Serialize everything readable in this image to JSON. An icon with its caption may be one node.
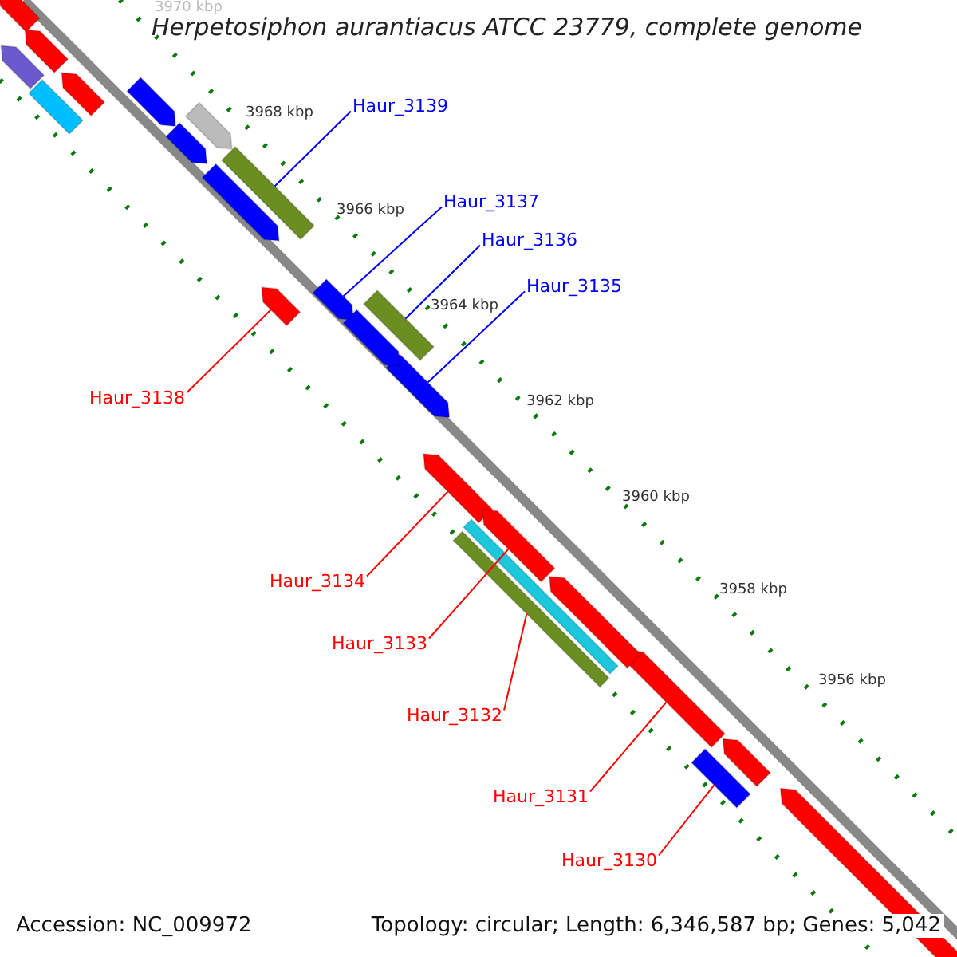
{
  "diagram": {
    "title": "Herpetosiphon aurantiacus ATCC 23779, complete genome",
    "nodes": [
      {
        "text": [
          "Haur_3139"
        ]
      },
      {
        "text": [
          "Haur_3137"
        ]
      },
      {
        "text": [
          "Haur_3136"
        ]
      },
      {
        "text": [
          "Haur_3135"
        ]
      },
      {
        "text": [
          "Haur_3138"
        ]
      },
      {
        "text": [
          "Haur_3134"
        ]
      },
      {
        "text": [
          "Haur_3133"
        ]
      },
      {
        "text": [
          "Haur_3132"
        ]
      },
      {
        "text": [
          "Haur_3131"
        ]
      },
      {
        "text": [
          "Haur_3130"
        ]
      },
      {
        "text": [],
        "shape": "bar"
      },
      {
        "text": [],
        "shape": "arrow"
      },
      {
        "text": [],
        "shape": "bar"
      },
      {
        "text": [],
        "shape": "arrow"
      },
      {
        "text": [],
        "shape": "arrow"
      },
      {
        "text": [],
        "shape": "arrow"
      },
      {
        "text": [],
        "shape": "arrow"
      },
      {
        "text": [],
        "shape": "bar"
      },
      {
        "text": [],
        "shape": "arrow"
      },
      {
        "text": [],
        "shape": "bar"
      },
      {
        "text": [],
        "shape": "arrow"
      },
      {
        "text": [],
        "shape": "arrow"
      },
      {
        "text": [],
        "shape": "arrow"
      },
      {
        "text": [],
        "shape": "bar"
      },
      {
        "text": [],
        "shape": "arrow"
      },
      {
        "text": [],
        "shape": "arrow"
      },
      {
        "text": [],
        "shape": "arrow"
      },
      {
        "text": [],
        "shape": "arrow"
      },
      {
        "text": [],
        "shape": "arrow"
      },
      {
        "text": [],
        "shape": "arrow"
      },
      {
        "text": [],
        "shape": "arrow"
      },
      {
        "text": [],
        "shape": "arrow"
      },
      {
        "text": [],
        "shape": "arrow"
      },
      {
        "text": [],
        "shape": "bar"
      }
    ],
    "edges": [
      {
        "from": 0,
        "to": 10,
        "arrow": "none",
        "color": "#0000ff"
      },
      {
        "from": 1,
        "to": 11,
        "arrow": "none",
        "color": "#0000ff"
      },
      {
        "from": 2,
        "to": 12,
        "arrow": "none",
        "color": "#0000ff"
      },
      {
        "from": 3,
        "to": 13,
        "arrow": "none",
        "color": "#0000ff"
      },
      {
        "from": 4,
        "to": 14,
        "arrow": "none"
      },
      {
        "from": 5,
        "to": 15,
        "arrow": "none"
      },
      {
        "from": 6,
        "to": 16,
        "arrow": "none"
      },
      {
        "from": 7,
        "to": 17,
        "arrow": "none"
      },
      {
        "from": 8,
        "to": 18,
        "arrow": "none"
      },
      {
        "from": 9,
        "to": 19,
        "arrow": "none"
      }
    ],
    "labels": [
      "3970 kbp",
      "3968 kbp",
      "3966 kbp",
      "3964 kbp",
      "3962 kbp",
      "3960 kbp",
      "3958 kbp",
      "3956 kbp",
      "Accession: NC_009972",
      "Topology: circular; Length: 6,346,587 bp; Genes: 5,042"
    ]
  }
}
